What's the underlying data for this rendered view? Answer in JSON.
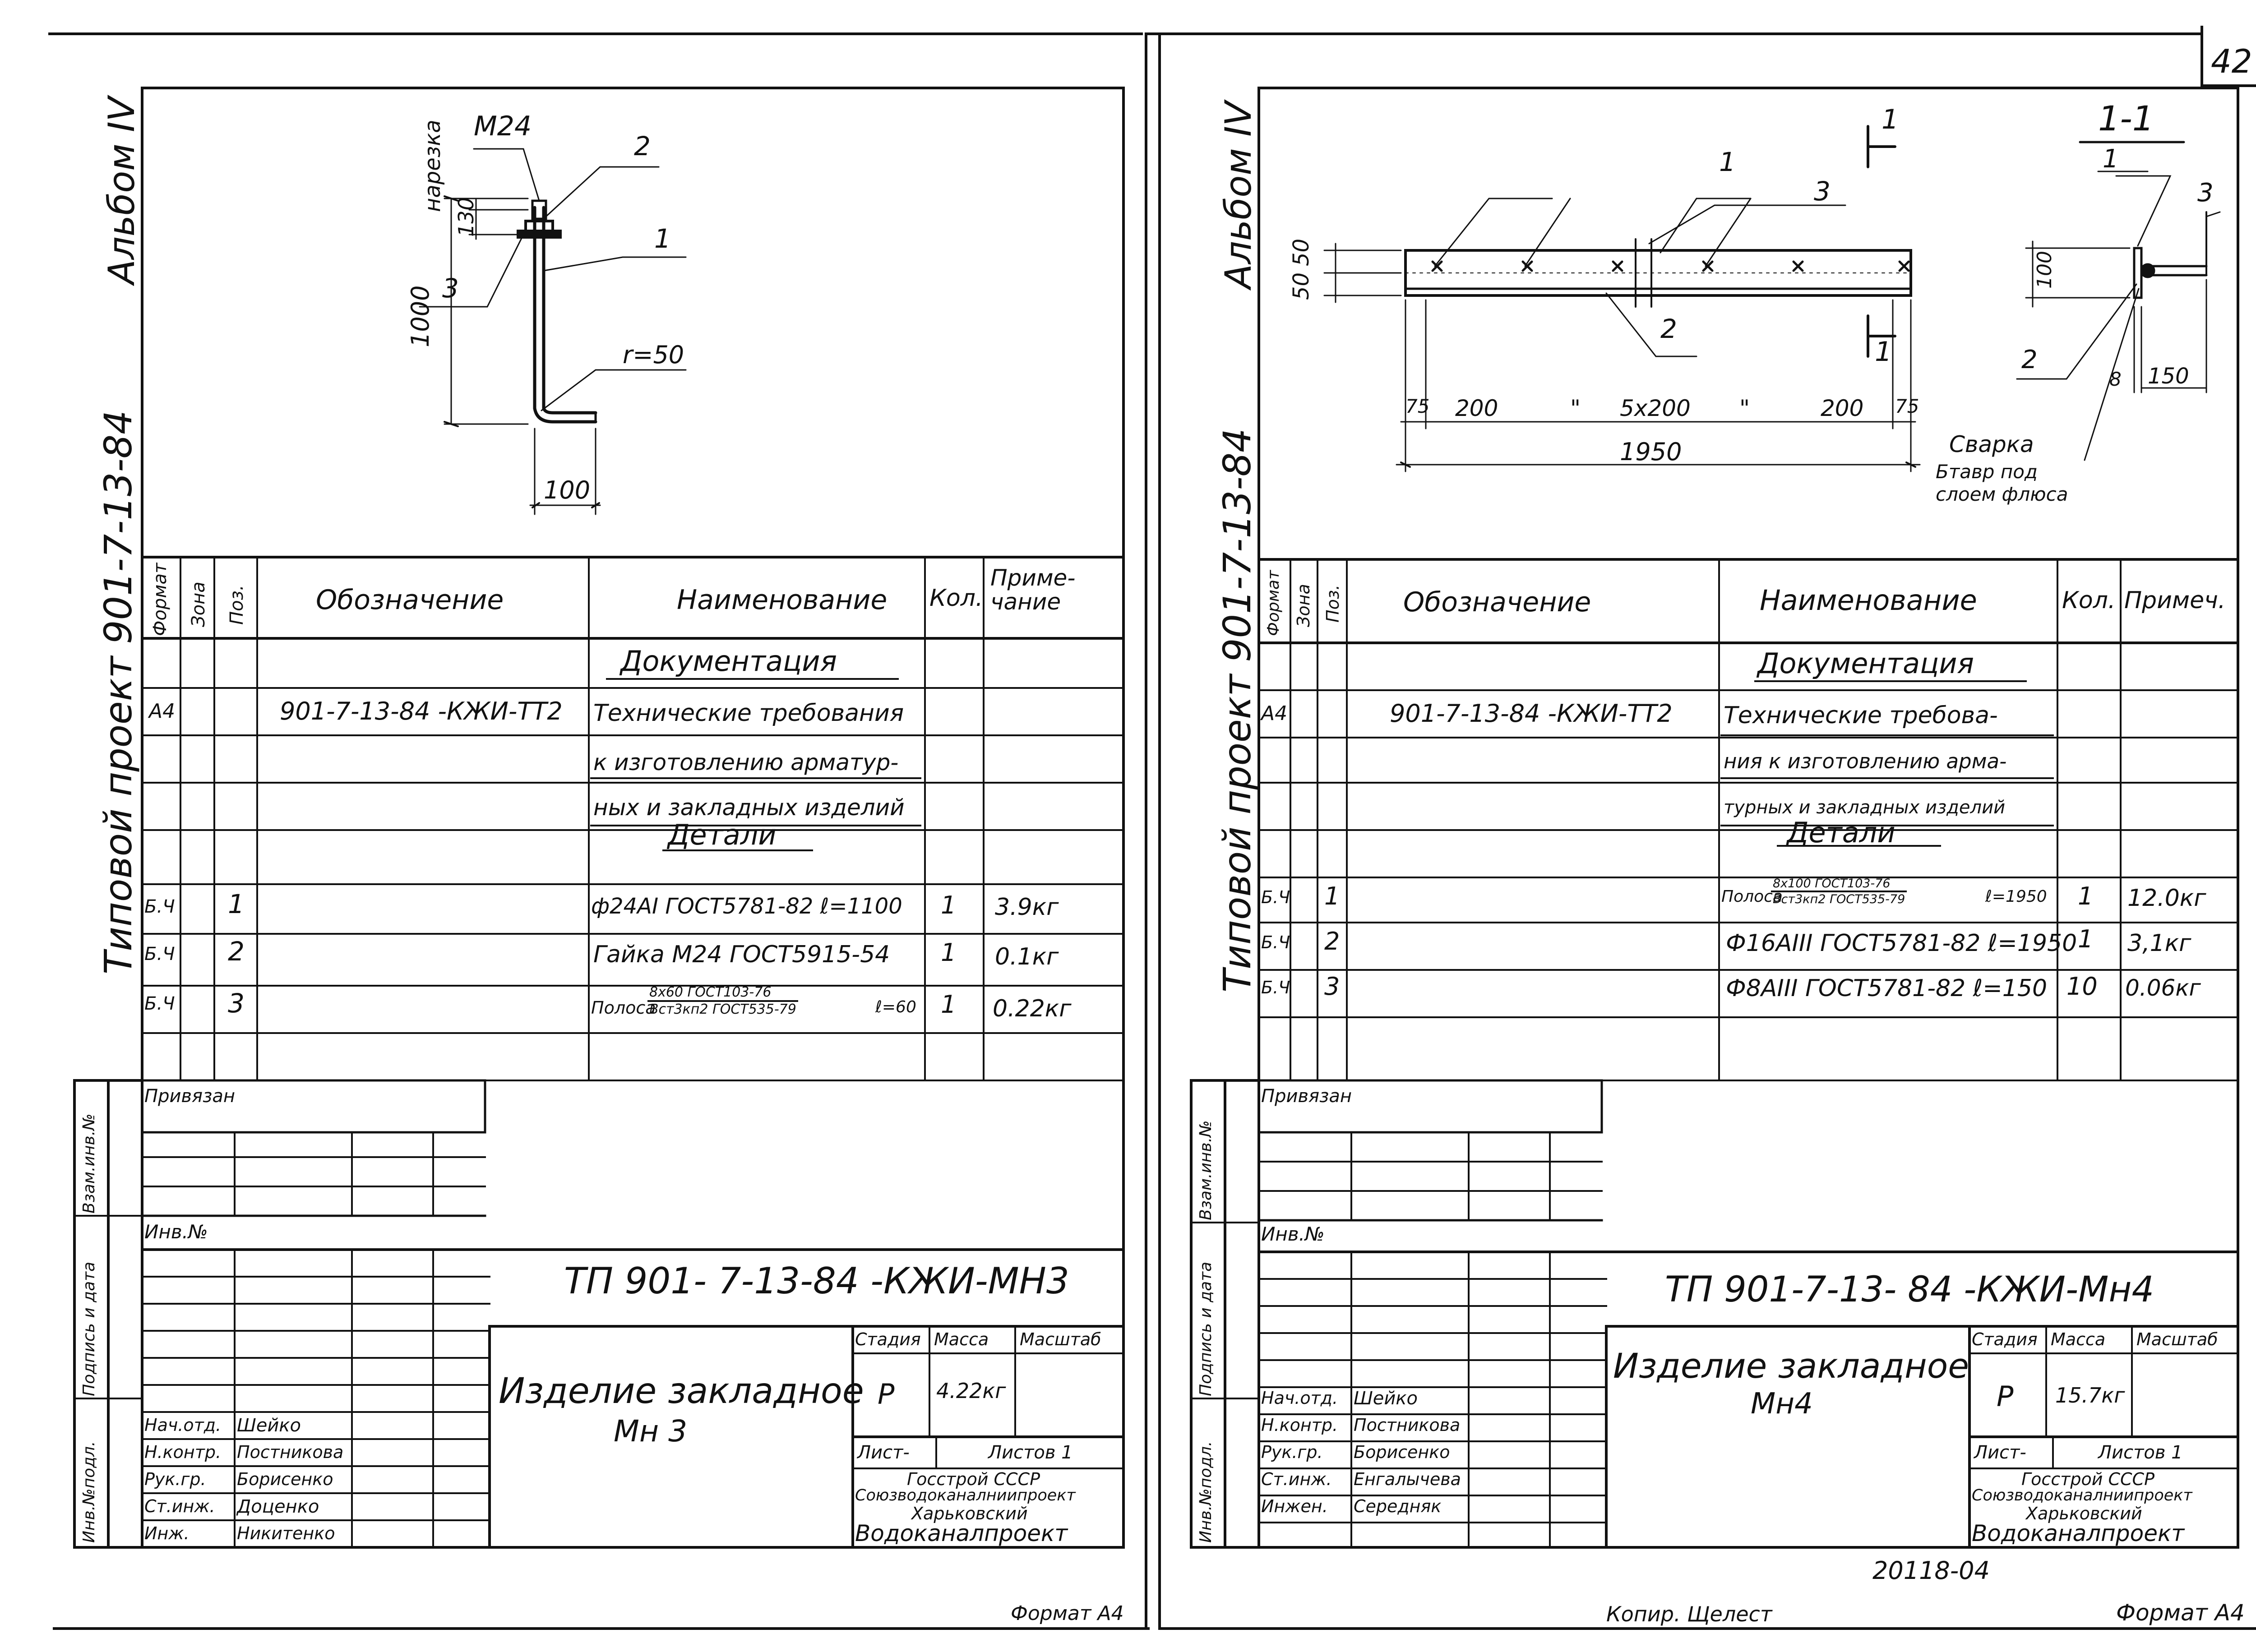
{
  "sheet_number": "42",
  "left": {
    "album": "Альбом IV",
    "project": "Типовой проект 901-7-13-84",
    "drawing": {
      "thread_size": "М24",
      "thread_note": "нарезка",
      "dim_130": "130",
      "dim_1000": "1000",
      "dim_r": "r=50",
      "dim_100": "100",
      "callouts": [
        "1",
        "2",
        "3"
      ]
    },
    "spec_header": {
      "format": "Формат",
      "zone": "Зона",
      "pos": "Поз.",
      "designation": "Обозначение",
      "name": "Наименование",
      "qty": "Кол.",
      "note": "Приме-чание"
    },
    "spec": {
      "section_docs": "Документация",
      "doc_code": "901-7-13-84 -КЖИ-ТТ2",
      "doc_format": "А4",
      "doc_lines": [
        "Технические требования",
        "к изготовлению арматур-",
        "ных и закладных изделий"
      ],
      "section_parts": "Детали",
      "rows": [
        {
          "format": "Б.Ч",
          "pos": "1",
          "name": "ф24АI ГОСТ5781-82 ℓ=1100",
          "qty": "1",
          "note": "3.9кг"
        },
        {
          "format": "Б.Ч",
          "pos": "2",
          "name": "Гайка М24 ГОСТ5915-54",
          "qty": "1",
          "note": "0.1кг"
        },
        {
          "format": "Б.Ч",
          "pos": "3",
          "name_prefix": "Полоса",
          "name_num": "8x60 ГОСТ103-76",
          "name_den": "Вст3кп2 ГОСТ535-79",
          "name_suffix": "ℓ=60",
          "qty": "1",
          "note": "0.22кг"
        }
      ]
    },
    "title_block": {
      "privyazan": "Привязан",
      "inv_no": "Инв.№",
      "side_labels": [
        "Взам.инв.№",
        "Подпись и дата",
        "Инв.№подл."
      ],
      "doc_code": "ТП 901- 7-13-84 -КЖИ-МН3",
      "item_name_1": "Изделие закладное",
      "item_name_2": "Мн 3",
      "stage_label": "Стадия",
      "mass_label": "Масса",
      "scale_label": "Масштаб",
      "stage": "Р",
      "mass": "4.22кг",
      "sheet_label": "Лист-",
      "sheets_label": "Листов 1",
      "org": [
        "Госстрой СССР",
        "Союзводоканалниипроект",
        "Харьковский",
        "Водоканалпроект"
      ],
      "staff": [
        {
          "role": "Нач.отд.",
          "name": "Шейко"
        },
        {
          "role": "Н.контр.",
          "name": "Постникова"
        },
        {
          "role": "Рук.гр.",
          "name": "Борисенко"
        },
        {
          "role": "Ст.инж.",
          "name": "Доценко"
        },
        {
          "role": "Инж.",
          "name": "Никитенко"
        }
      ]
    },
    "format_label": "Формат А4"
  },
  "right": {
    "album": "Альбом IV",
    "project": "Типовой проект 901-7-13-84",
    "drawing": {
      "section_mark": "1",
      "section_title": "1-1",
      "dim_50a": "50",
      "dim_50b": "50",
      "dim_100": "100",
      "dim_75a": "75",
      "dim_200a": "200",
      "ditto_a": "\"",
      "dim_5x200": "5x200",
      "ditto_b": "\"",
      "dim_200b": "200",
      "dim_75b": "75",
      "dim_1950": "1950",
      "dim_8": "8",
      "dim_150": "150",
      "weld_1": "Сварка",
      "weld_2": "Бтавр под",
      "weld_3": "слоем флюса",
      "callouts": [
        "1",
        "2",
        "3",
        "1",
        "2",
        "3"
      ]
    },
    "spec_header": {
      "format": "Формат",
      "zone": "Зона",
      "pos": "Поз.",
      "designation": "Обозначение",
      "name": "Наименование",
      "qty": "Кол.",
      "note": "Примеч."
    },
    "spec": {
      "section_docs": "Документация",
      "doc_code": "901-7-13-84 -КЖИ-ТТ2",
      "doc_format": "А4",
      "doc_lines": [
        "Технические требова-",
        "ния к изготовлению арма-",
        "турных и закладных изделий"
      ],
      "section_parts": "Детали",
      "rows": [
        {
          "format": "Б.Ч",
          "pos": "1",
          "name_prefix": "Полоса",
          "name_num": "8x100 ГОСТ103-76",
          "name_den": "Вст3кп2 ГОСТ535-79",
          "name_suffix": "ℓ=1950",
          "qty": "1",
          "note": "12.0кг"
        },
        {
          "format": "Б.Ч",
          "pos": "2",
          "name": "Ф16АIII ГОСТ5781-82 ℓ=1950",
          "qty": "1",
          "note": "3,1кг"
        },
        {
          "format": "Б.Ч",
          "pos": "3",
          "name": "Ф8АIII ГОСТ5781-82 ℓ=150",
          "qty": "10",
          "note": "0.06кг"
        }
      ]
    },
    "title_block": {
      "privyazan": "Привязан",
      "inv_no": "Инв.№",
      "side_labels": [
        "Взам.инв.№",
        "Подпись и дата",
        "Инв.№подл."
      ],
      "doc_code": "ТП 901-7-13- 84 -КЖИ-Мн4",
      "item_name_1": "Изделие закладное",
      "item_name_2": "Мн4",
      "stage_label": "Стадия",
      "mass_label": "Масса",
      "scale_label": "Масштаб",
      "stage": "Р",
      "mass": "15.7кг",
      "sheet_label": "Лист-",
      "sheets_label": "Листов 1",
      "org": [
        "Госстрой СССР",
        "Союзводоканалниипроект",
        "Харьковский",
        "Водоканалпроект"
      ],
      "staff": [
        {
          "role": "Нач.отд.",
          "name": "Шейко"
        },
        {
          "role": "Н.контр.",
          "name": "Постникова"
        },
        {
          "role": "Рук.гр.",
          "name": "Борисенко"
        },
        {
          "role": "Ст.инж.",
          "name": "Енгалычева"
        },
        {
          "role": "Инжен.",
          "name": "Середняк"
        }
      ]
    },
    "archive_no": "20118-04",
    "copied_by": "Копир. Щелест",
    "format_label": "Формат А4"
  }
}
